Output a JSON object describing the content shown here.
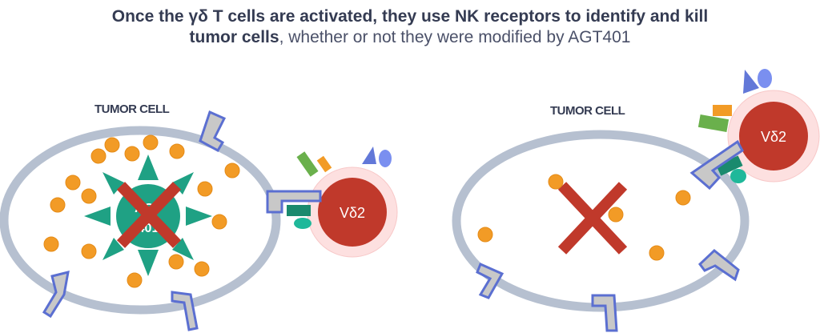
{
  "header": {
    "line1_bold": "Once the γδ T cells are activated, they use NK receptors to identify and kill",
    "line2_bold": "tumor cells",
    "line2_rest": ", whether or not they were modified by AGT401"
  },
  "left_panel": {
    "cell_label": "TUMOR CELL",
    "center_label_line1": "AGT",
    "center_label_line2": "401",
    "tcell_label": "Vδ2"
  },
  "right_panel": {
    "cell_label": "TUMOR CELL",
    "tcell_label": "Vδ2"
  },
  "colors": {
    "title_text": "#343b52",
    "membrane": "#b6c0d0",
    "granule": "#f29b26",
    "x_mark": "#c0392b",
    "agt401_teal": "#1fa184",
    "tcell_core": "#c0392b",
    "tcell_halo": "#fde0e0",
    "receptor_fill": "#c8c8c8",
    "receptor_stroke": "#5b6fd1"
  }
}
